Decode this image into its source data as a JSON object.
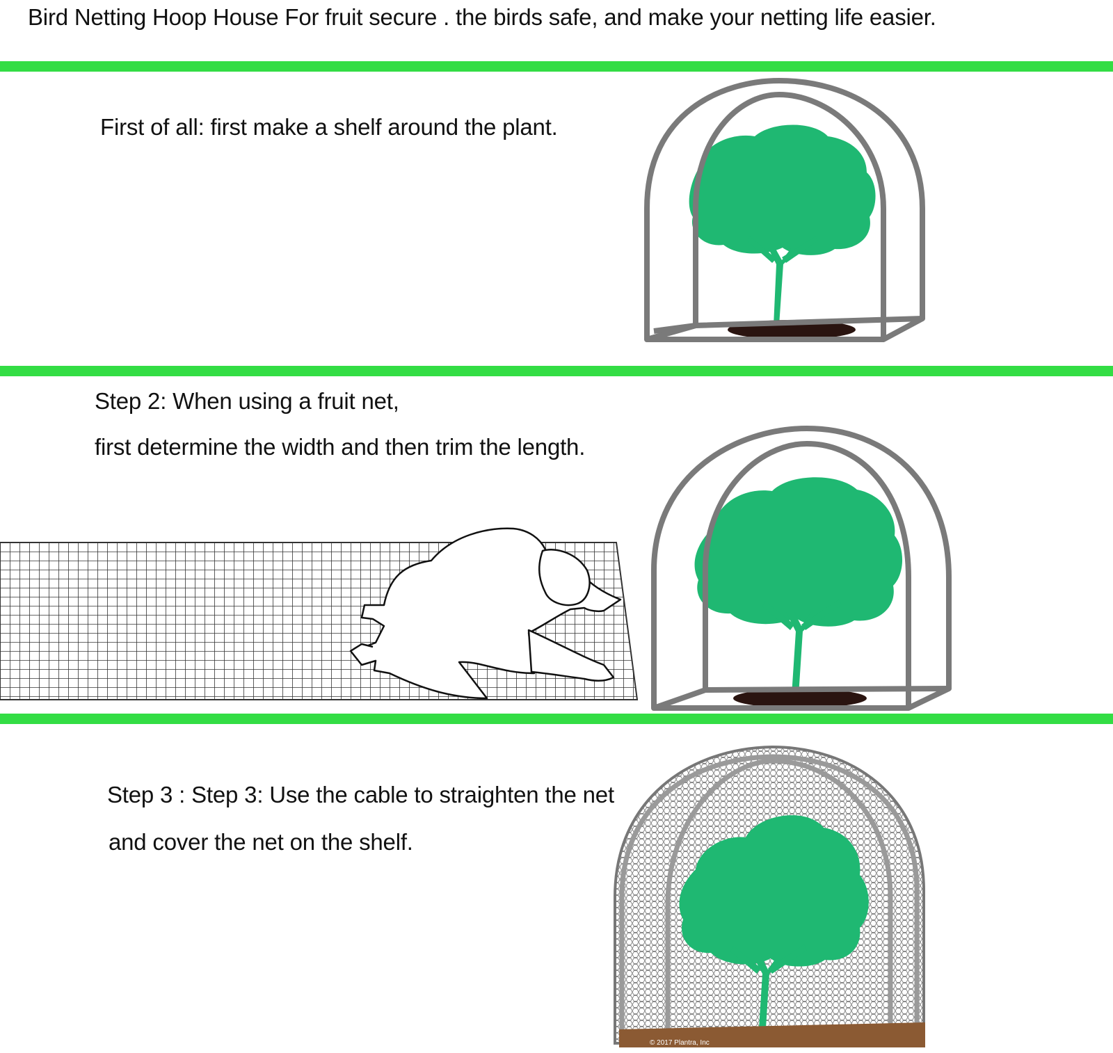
{
  "header": {
    "title": "Bird Netting Hoop House For fruit secure . the birds safe, and make your netting life easier."
  },
  "step1": {
    "line1": "First of all: first make a shelf around the plant."
  },
  "step2": {
    "line1": "Step 2: When using a fruit net,",
    "line2": "first determine the width and then trim the length."
  },
  "step3": {
    "line1": "Step 3 : Step 3: Use the cable to straighten the net",
    "line2": " and cover the net on the shelf."
  },
  "illustration": {
    "copyright": "© 2017 Plantra, Inc"
  },
  "colors": {
    "divider": "#33dd44",
    "tree": "#1fb872",
    "frame": "#7a7a7a",
    "soil": "#2a1410",
    "net_base": "#8b5a33"
  }
}
